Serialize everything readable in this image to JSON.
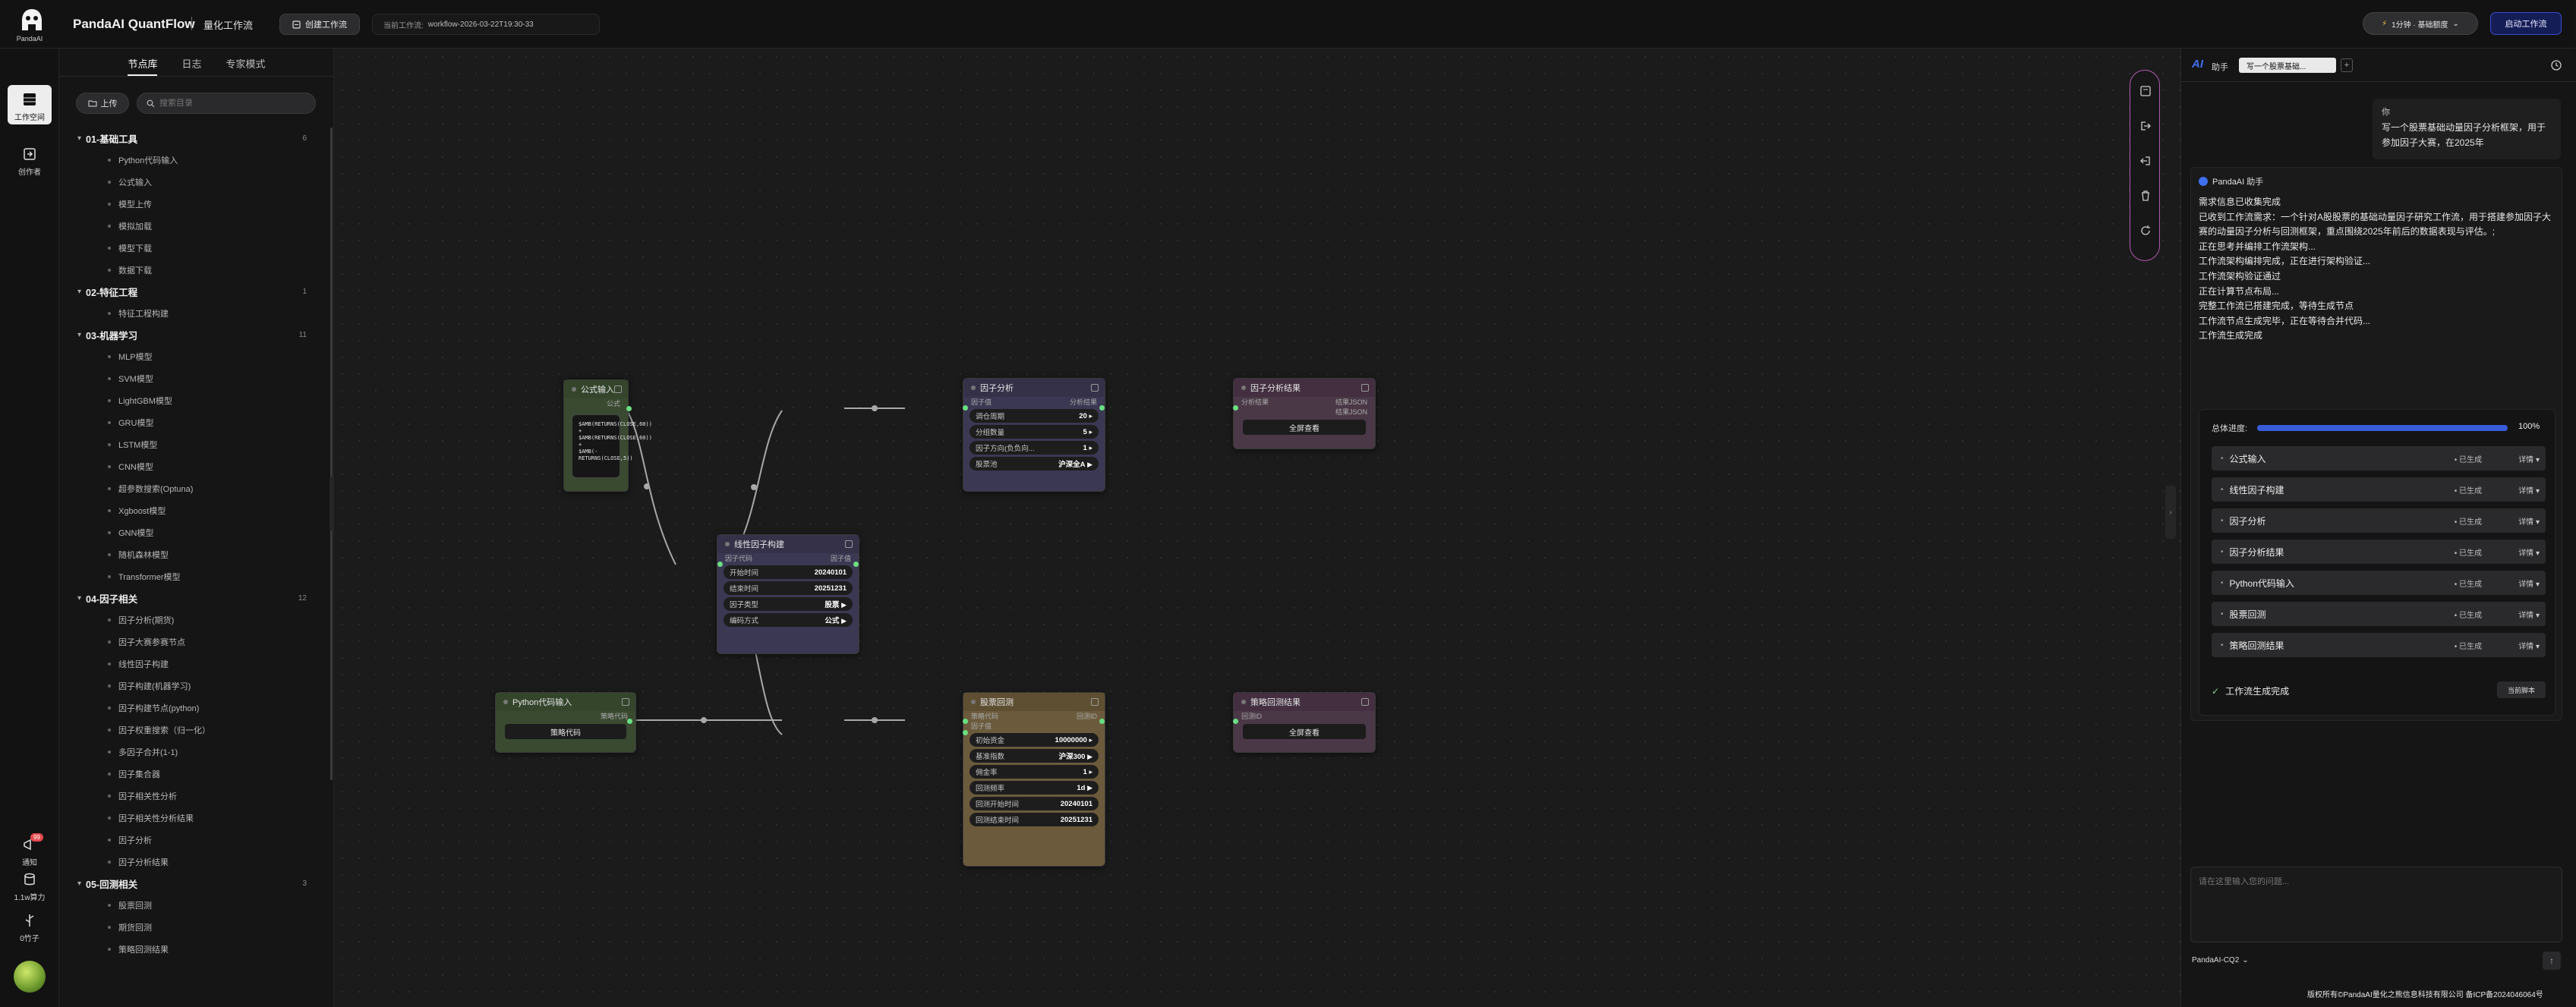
{
  "brand": {
    "name": "PandaAI",
    "title": "PandaAI QuantFlow",
    "subtitle": "量化工作流"
  },
  "topbar": {
    "create_label": "创建工作流",
    "workflow_label": "当前工作流:",
    "workflow_value": "workflow-2026-03-22T19:30-33",
    "quota_label": "1分钟 · 基础额度",
    "start_label": "启动工作流"
  },
  "leftnav": {
    "workspace": "工作空间",
    "creator": "创作者",
    "notify": "通知",
    "notify_badge": "99",
    "compute": "1.1w算力",
    "points": "0竹子"
  },
  "library": {
    "tabs": [
      "节点库",
      "日志",
      "专家模式"
    ],
    "upload_label": "上传",
    "search_placeholder": "搜索目录",
    "categories": [
      {
        "name": "01-基础工具",
        "count": "6",
        "items": [
          "Python代码输入",
          "公式输入",
          "模型上传",
          "模拟加载",
          "模型下载",
          "数据下载"
        ]
      },
      {
        "name": "02-特征工程",
        "count": "1",
        "items": [
          "特征工程构建"
        ]
      },
      {
        "name": "03-机器学习",
        "count": "11",
        "items": [
          "MLP模型",
          "SVM模型",
          "LightGBM模型",
          "GRU模型",
          "LSTM模型",
          "CNN模型",
          "超参数搜索(Optuna)",
          "Xgboost模型",
          "GNN模型",
          "随机森林模型",
          "Transformer模型"
        ]
      },
      {
        "name": "04-因子相关",
        "count": "12",
        "items": [
          "因子分析(期货)",
          "因子大赛参赛节点",
          "线性因子构建",
          "因子构建(机器学习)",
          "因子构建节点(python)",
          "因子权重搜索（归一化）",
          "多因子合并(1-1)",
          "因子集合器",
          "因子相关性分析",
          "因子相关性分析结果",
          "因子分析",
          "因子分析结果"
        ]
      },
      {
        "name": "05-回测相关",
        "count": "3",
        "items": [
          "股票回测",
          "期货回测",
          "策略回测结果"
        ]
      }
    ]
  },
  "nodes": {
    "formula": {
      "title": "公式输入",
      "out": "公式",
      "code": [
        "$AMB(RETURNS(CLOSE,60)) +",
        "$AMB(RETURNS(CLOSE,60)) +",
        "$AMB(-RETURNS(CLOSE,5))"
      ]
    },
    "linear": {
      "title": "线性因子构建",
      "in": "因子代码",
      "out": "因子值",
      "start_label": "开始时间",
      "start_value": "20240101",
      "end_label": "结束时间",
      "end_value": "20251231",
      "type_label": "因子类型",
      "type_value": "股票",
      "mode_label": "编码方式",
      "mode_value": "公式"
    },
    "factor": {
      "title": "因子分析",
      "in": "因子值",
      "out": "分析结果",
      "f1_label": "调仓周期",
      "f1_value": "20",
      "f2_label": "分组数量",
      "f2_value": "5",
      "f3_label": "因子方向(负负向...",
      "f3_value": "1",
      "f4_label": "股票池",
      "f4_value": "沪深全A"
    },
    "factor_result": {
      "title": "因子分析结果",
      "in": "分析结果",
      "out1": "结果JSON",
      "out2": "结果JSON",
      "button": "全屏查看"
    },
    "python": {
      "title": "Python代码输入",
      "out": "策略代码",
      "button": "策略代码"
    },
    "backtest": {
      "title": "股票回测",
      "in1": "策略代码",
      "in2": "因子值",
      "out": "回测ID",
      "f1_label": "初始资金",
      "f1_value": "10000000",
      "f2_label": "基准指数",
      "f2_value": "沪深300",
      "f3_label": "佣金率",
      "f3_value": "1",
      "f4_label": "回测频率",
      "f4_value": "1d",
      "f5_label": "回测开始时间",
      "f5_value": "20240101",
      "f6_label": "回测结束时间",
      "f6_value": "20251231"
    },
    "backtest_result": {
      "title": "策略回测结果",
      "in": "回测ID",
      "button": "全屏查看"
    }
  },
  "ai": {
    "logo": "AI",
    "title": "助手",
    "tab": "写一个股票基础...",
    "user_name": "你",
    "user_message": "写一个股票基础动量因子分析框架，用于参加因子大赛，在2025年",
    "assistant_name": "PandaAI 助手",
    "assistant_lines": [
      "需求信息已收集完成",
      "已收到工作流需求：一个针对A股股票的基础动量因子研究工作流，用于搭建参加因子大赛的动量因子分析与回测框架，重点围绕2025年前后的数据表现与评估。;",
      "正在思考并编排工作流架构...",
      "工作流架构编排完成，正在进行架构验证...",
      "工作流架构验证通过",
      "正在计算节点布局...",
      "完整工作流已搭建完成，等待生成节点",
      "工作流节点生成完毕，正在等待合并代码...",
      "工作流生成完成"
    ],
    "progress_label": "总体进度:",
    "progress_value": 100,
    "progress_text": "100%",
    "steps": [
      {
        "name": "公式输入",
        "status": "已生成",
        "detail": "详情"
      },
      {
        "name": "线性因子构建",
        "status": "已生成",
        "detail": "详情"
      },
      {
        "name": "因子分析",
        "status": "已生成",
        "detail": "详情"
      },
      {
        "name": "因子分析结果",
        "status": "已生成",
        "detail": "详情"
      },
      {
        "name": "Python代码输入",
        "status": "已生成",
        "detail": "详情"
      },
      {
        "name": "股票回测",
        "status": "已生成",
        "detail": "详情"
      },
      {
        "name": "策略回测结果",
        "status": "已生成",
        "detail": "详情"
      }
    ],
    "done_text": "工作流生成完成",
    "current_script": "当前脚本",
    "input_placeholder": "请在这里输入您的问题...",
    "model": "PandaAI-CQ2",
    "footer": "版权所有©PandaAI量化之熊信息科技有限公司 备ICP备2024046064号"
  },
  "colors": {
    "accent": "#3b4cd0",
    "progress": "#3a5bd9",
    "port": "#6adf82",
    "toolbar_border": "#b05ab0"
  }
}
